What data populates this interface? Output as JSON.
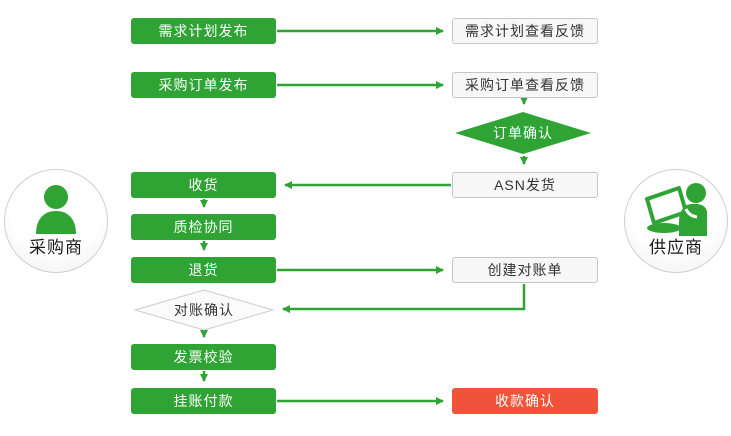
{
  "palette": {
    "green": "#2fa435",
    "red": "#f0533a",
    "neutral_fill": "#f7f7f7",
    "neutral_border": "#c6c6c6",
    "text_dark": "#333333",
    "text_light": "#ffffff"
  },
  "actors": {
    "buyer": {
      "label": "采购商",
      "icon": "person-icon"
    },
    "supplier": {
      "label": "供应商",
      "icon": "person-laptop-icon"
    }
  },
  "nodes": {
    "demand_publish": "需求计划发布",
    "demand_feedback": "需求计划查看反馈",
    "po_publish": "采购订单发布",
    "po_feedback": "采购订单查看反馈",
    "order_confirm": "订单确认",
    "asn_ship": "ASN发货",
    "receive": "收货",
    "quality_collab": "质检协同",
    "return_goods": "退货",
    "create_statement": "创建对账单",
    "recon_confirm": "对账确认",
    "invoice_check": "发票校验",
    "book_payment": "挂账付款",
    "collection_confirm": "收款确认"
  }
}
